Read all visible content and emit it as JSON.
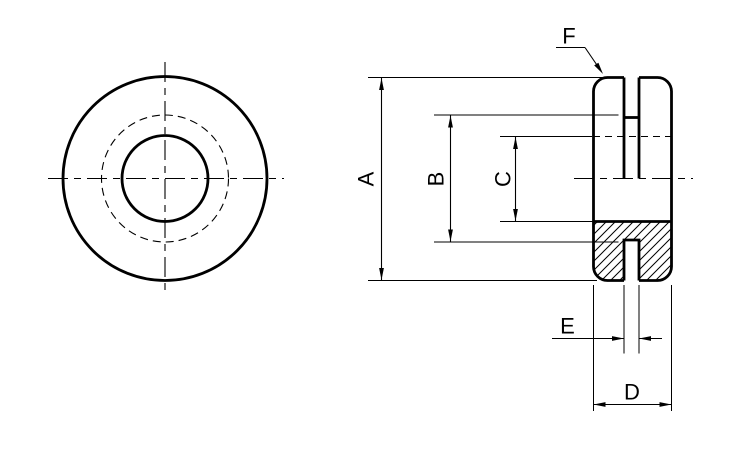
{
  "drawing": {
    "background_color": "#ffffff",
    "line_color": "#000000",
    "dimension_labels": {
      "a": "A",
      "b": "B",
      "c": "C",
      "d": "D",
      "e": "E",
      "f": "F"
    }
  }
}
